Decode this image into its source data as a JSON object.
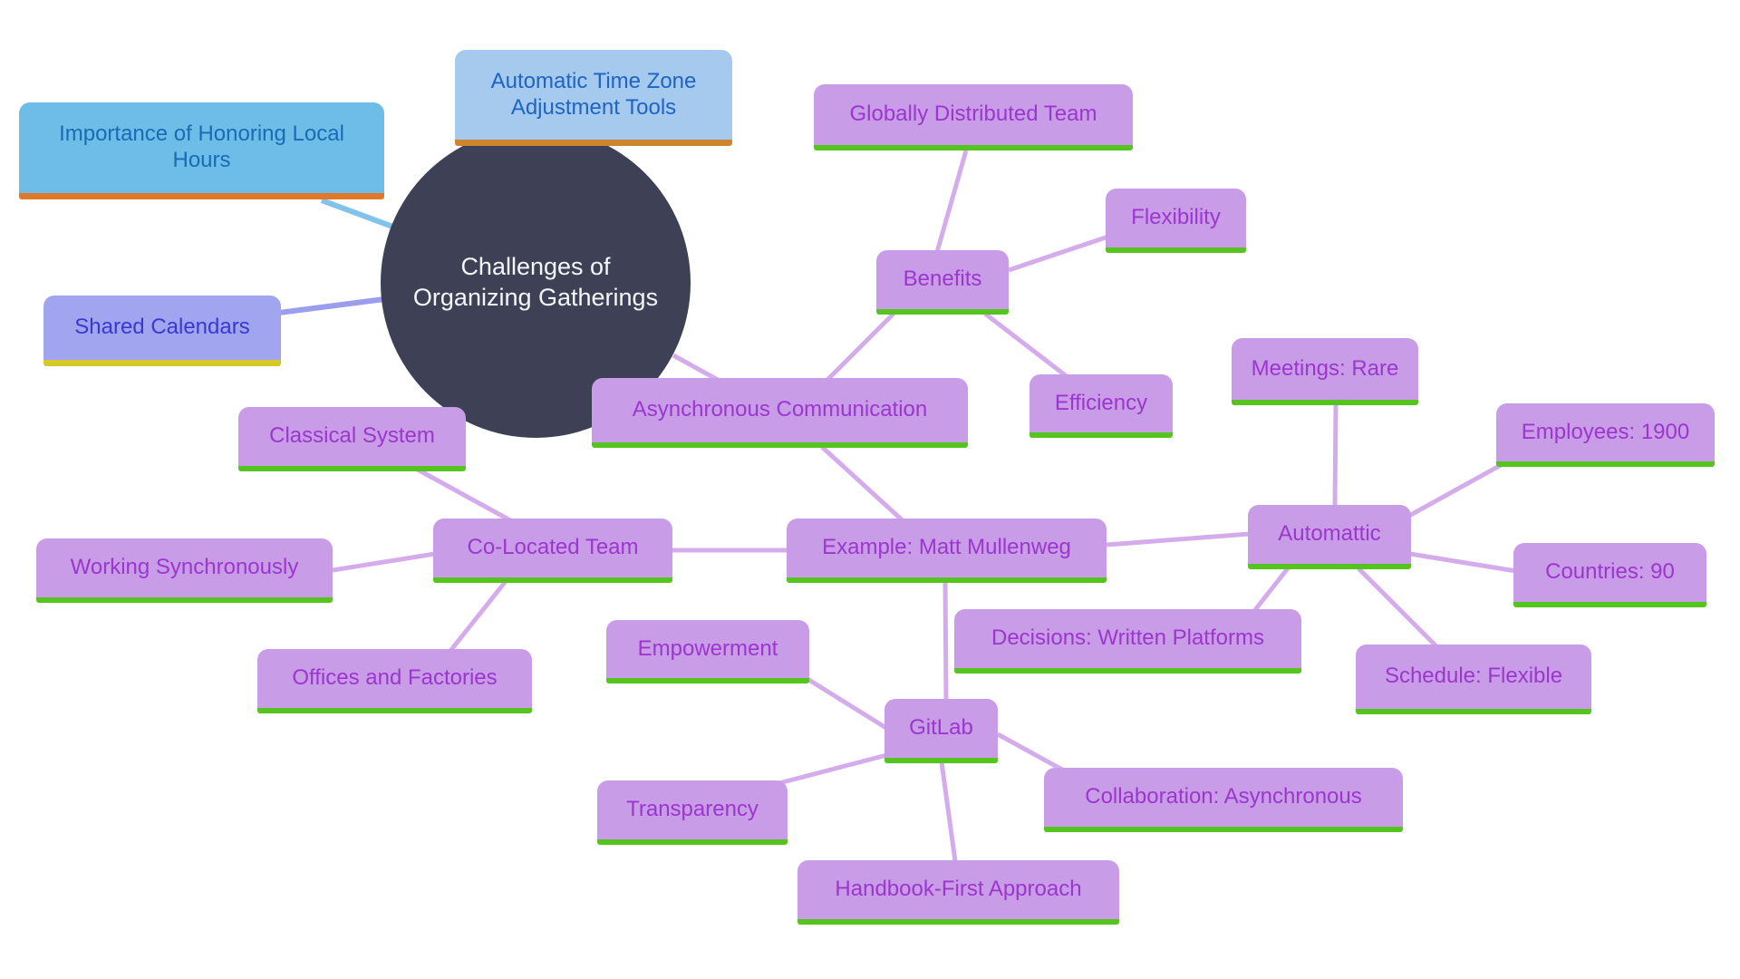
{
  "colors": {
    "background": "#ffffff",
    "center_fill": "#3e4156",
    "center_text": "#f5f6fa",
    "purple_node_fill": "#c89ce6",
    "purple_node_text": "#9c36cf",
    "purple_node_underline": "#56c41e",
    "purple_edge": "#d5aceb",
    "sky_node_fill": "#6ebde9",
    "sky_node_text": "#1a6bb3",
    "sky_node_underline": "#e0782a",
    "sky_edge": "#82c3ec",
    "pale_blue_node_fill": "#a6c9ee",
    "pale_blue_node_text": "#1d64c4",
    "pale_blue_node_underline": "#cd8530",
    "periwinkle_node_fill": "#a1a4ef",
    "periwinkle_node_text": "#3b38d0",
    "periwinkle_node_underline": "#d5c929",
    "periwinkle_edge": "#9b9ded"
  },
  "center": {
    "label": "Challenges of Organizing Gatherings"
  },
  "nodes": {
    "automatic_time_zone": {
      "label": "Automatic Time Zone Adjustment Tools"
    },
    "honoring_local_hours": {
      "label": "Importance of Honoring Local Hours"
    },
    "shared_calendars": {
      "label": "Shared Calendars"
    },
    "globally_distributed_team": {
      "label": "Globally Distributed Team"
    },
    "flexibility": {
      "label": "Flexibility"
    },
    "benefits": {
      "label": "Benefits"
    },
    "efficiency": {
      "label": "Efficiency"
    },
    "meetings_rare": {
      "label": "Meetings: Rare"
    },
    "employees_1900": {
      "label": "Employees: 1900"
    },
    "asynchronous_communication": {
      "label": "Asynchronous Communication"
    },
    "classical_system": {
      "label": "Classical System"
    },
    "automattic": {
      "label": "Automattic"
    },
    "countries_90": {
      "label": "Countries: 90"
    },
    "co_located_team": {
      "label": "Co-Located Team"
    },
    "example_matt_mullenweg": {
      "label": "Example: Matt Mullenweg"
    },
    "working_synchronously": {
      "label": "Working Synchronously"
    },
    "decisions_written_platforms": {
      "label": "Decisions: Written Platforms"
    },
    "schedule_flexible": {
      "label": "Schedule: Flexible"
    },
    "offices_and_factories": {
      "label": "Offices and Factories"
    },
    "empowerment": {
      "label": "Empowerment"
    },
    "gitlab": {
      "label": "GitLab"
    },
    "transparency": {
      "label": "Transparency"
    },
    "collaboration_asynchronous": {
      "label": "Collaboration: Asynchronous"
    },
    "handbook_first": {
      "label": "Handbook-First Approach"
    }
  },
  "edges": [
    {
      "from": "center",
      "to": "honoring_local_hours"
    },
    {
      "from": "center",
      "to": "shared_calendars"
    },
    {
      "from": "center",
      "to": "asynchronous_communication"
    },
    {
      "from": "globally_distributed_team",
      "to": "benefits"
    },
    {
      "from": "benefits",
      "to": "flexibility"
    },
    {
      "from": "benefits",
      "to": "efficiency"
    },
    {
      "from": "benefits",
      "to": "asynchronous_communication"
    },
    {
      "from": "asynchronous_communication",
      "to": "example_matt_mullenweg"
    },
    {
      "from": "co_located_team",
      "to": "example_matt_mullenweg"
    },
    {
      "from": "example_matt_mullenweg",
      "to": "automattic"
    },
    {
      "from": "example_matt_mullenweg",
      "to": "gitlab"
    },
    {
      "from": "classical_system",
      "to": "co_located_team"
    },
    {
      "from": "working_synchronously",
      "to": "co_located_team"
    },
    {
      "from": "co_located_team",
      "to": "offices_and_factories"
    },
    {
      "from": "automattic",
      "to": "meetings_rare"
    },
    {
      "from": "automattic",
      "to": "employees_1900"
    },
    {
      "from": "automattic",
      "to": "countries_90"
    },
    {
      "from": "automattic",
      "to": "decisions_written_platforms"
    },
    {
      "from": "automattic",
      "to": "schedule_flexible"
    },
    {
      "from": "empowerment",
      "to": "gitlab"
    },
    {
      "from": "gitlab",
      "to": "transparency"
    },
    {
      "from": "gitlab",
      "to": "collaboration_asynchronous"
    },
    {
      "from": "gitlab",
      "to": "handbook_first"
    }
  ]
}
